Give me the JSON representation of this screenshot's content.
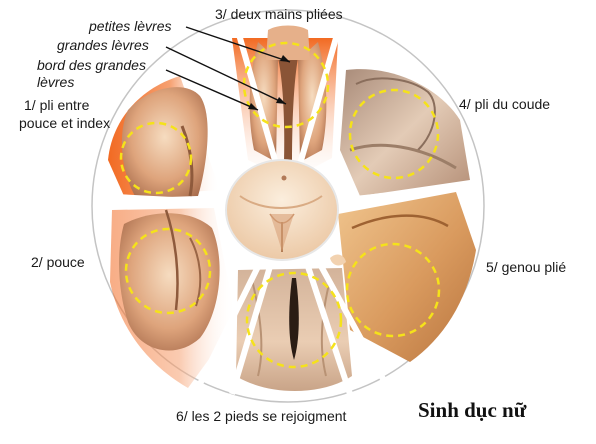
{
  "labels": {
    "petites_levres": "petites lèvres",
    "grandes_levres": "grandes lèvres",
    "bord_line1": "bord des grandes",
    "bord_line2": "lèvres",
    "pos3": "3/ deux mains pliées",
    "pos1_line1": "1/ pli entre",
    "pos1_line2": "pouce et index",
    "pos4": "4/ pli du coude",
    "pos2": "2/ pouce",
    "pos5": "5/ genou plié",
    "pos6": "6/ les 2 pieds se rejoigment"
  },
  "caption": "Sinh dục nữ",
  "colors": {
    "skin_light": "#f3d5b5",
    "skin_mid": "#e0a880",
    "skin_dark": "#b07555",
    "accent_orange": "#f07a30",
    "circle_dash": "#f5e21a",
    "wheel_line": "#bdbdbd"
  }
}
